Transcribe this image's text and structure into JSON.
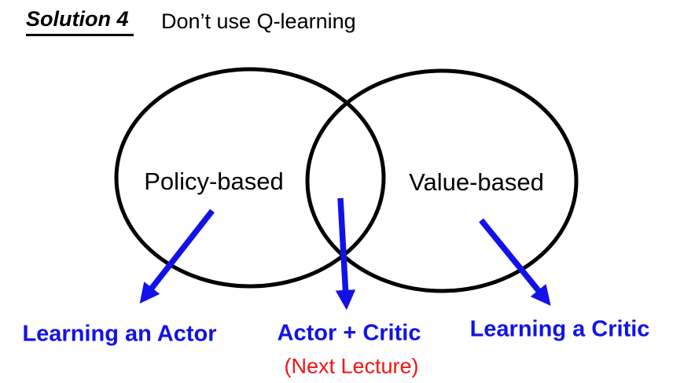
{
  "slide": {
    "title": {
      "heading": "Solution 4",
      "subtitle": "Don’t use Q-learning"
    },
    "venn": {
      "left_circle_label": "Policy-based",
      "right_circle_label": "Value-based"
    },
    "annotations": {
      "left_arrow_label": "Learning an Actor",
      "center_arrow_label": "Actor + Critic",
      "center_note": "(Next Lecture)",
      "right_arrow_label": "Learning a Critic"
    },
    "colors": {
      "circle_stroke": "#000000",
      "accent_blue": "#1212e8",
      "note_red": "#ed1515",
      "text_black": "#000000",
      "background": "#ffffff"
    }
  }
}
